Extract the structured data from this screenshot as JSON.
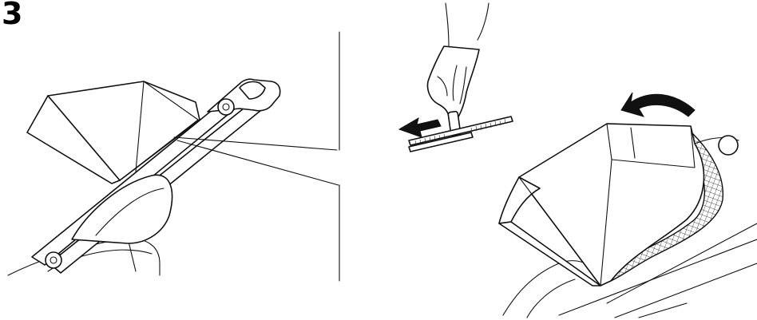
{
  "step": {
    "number": "3"
  },
  "illustrations": [
    {
      "icon": "stroller-canopy-detail"
    },
    {
      "icon": "hand-unzipping-zipper"
    },
    {
      "icon": "canopy-fold-back"
    }
  ],
  "colors": {
    "ink": "#111111",
    "background": "#ffffff",
    "arrow": "#111111"
  }
}
